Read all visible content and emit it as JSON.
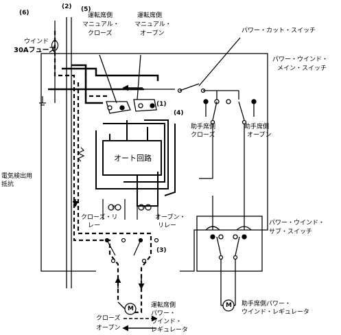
{
  "circuit_numbers": {
    "n6": "(6)",
    "n2": "(2)",
    "n5": "(5)",
    "n1": "(1)",
    "n4": "(4)",
    "n3": "(3)"
  },
  "labels": {
    "wind_fuse_1": "ウインド",
    "wind_fuse_2": "30Aフューズ",
    "driver_manual_close_1": "運転席側",
    "driver_manual_close_2": "マニュアル・",
    "driver_manual_close_3": "クローズ",
    "driver_manual_open_1": "運転席側",
    "driver_manual_open_2": "マニュアル・",
    "driver_manual_open_3": "オープン",
    "power_cut_switch": "パワー・カット・スイッチ",
    "main_switch_1": "パワー・ウインド・",
    "main_switch_2": "メイン・スイッチ",
    "passenger_close_1": "助手席側",
    "passenger_close_2": "クローズ",
    "passenger_open_1": "助手席側",
    "passenger_open_2": "オープン",
    "auto_circuit": "オート回路",
    "current_resistor_1": "電気検出用",
    "current_resistor_2": "抵抗",
    "close_relay_1": "クローズ・リ",
    "close_relay_2": "レー",
    "open_relay_1": "オープン・",
    "open_relay_2": "リレー",
    "sub_switch_1": "パワー・ウインド・",
    "sub_switch_2": "サブ・スイッチ",
    "driver_regulator_1": "運転席側",
    "driver_regulator_2": "パワー・",
    "driver_regulator_3": "ウインド・",
    "driver_regulator_4": "レギュレータ",
    "passenger_regulator_1": "助手席側パワー・",
    "passenger_regulator_2": "ウインド・レギュレータ",
    "legend_close": "クローズ",
    "legend_open": "オープン",
    "motor_symbol": "M",
    "relay_symbol": "M"
  }
}
